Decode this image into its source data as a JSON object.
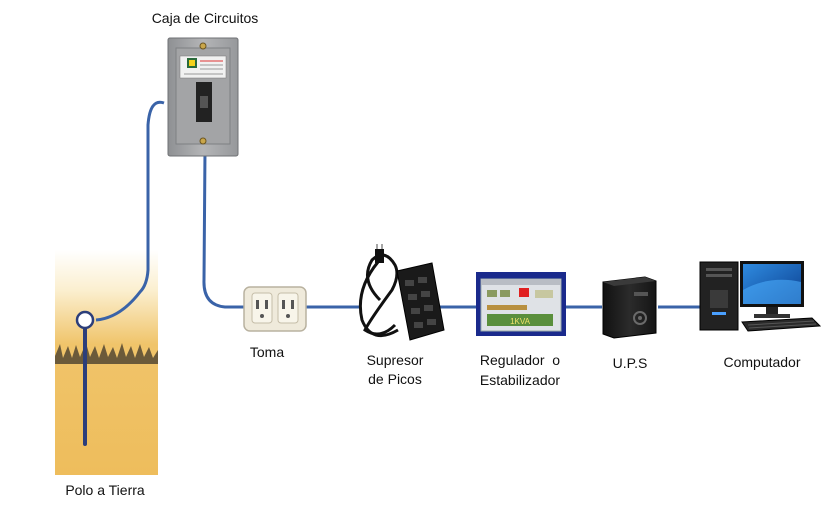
{
  "labels": {
    "breaker_box": "Caja de Circuitos",
    "ground_rod": "Polo a Tierra",
    "outlet": "Toma",
    "surge_line1": "Supresor",
    "surge_line2": "de Picos",
    "regulator_line1": "Regulador  o",
    "regulator_line2": "Estabilizador",
    "ups": "U.P.S",
    "computer": "Computador",
    "regulator_display": "1KVA"
  },
  "colors": {
    "cable": "#3a63a8",
    "soil": "#f0c46a",
    "grass": "#6b5a3a",
    "panel": "#a8a9ab",
    "regulator_bg": "#1a2a8c",
    "power_light": "#e02020"
  }
}
